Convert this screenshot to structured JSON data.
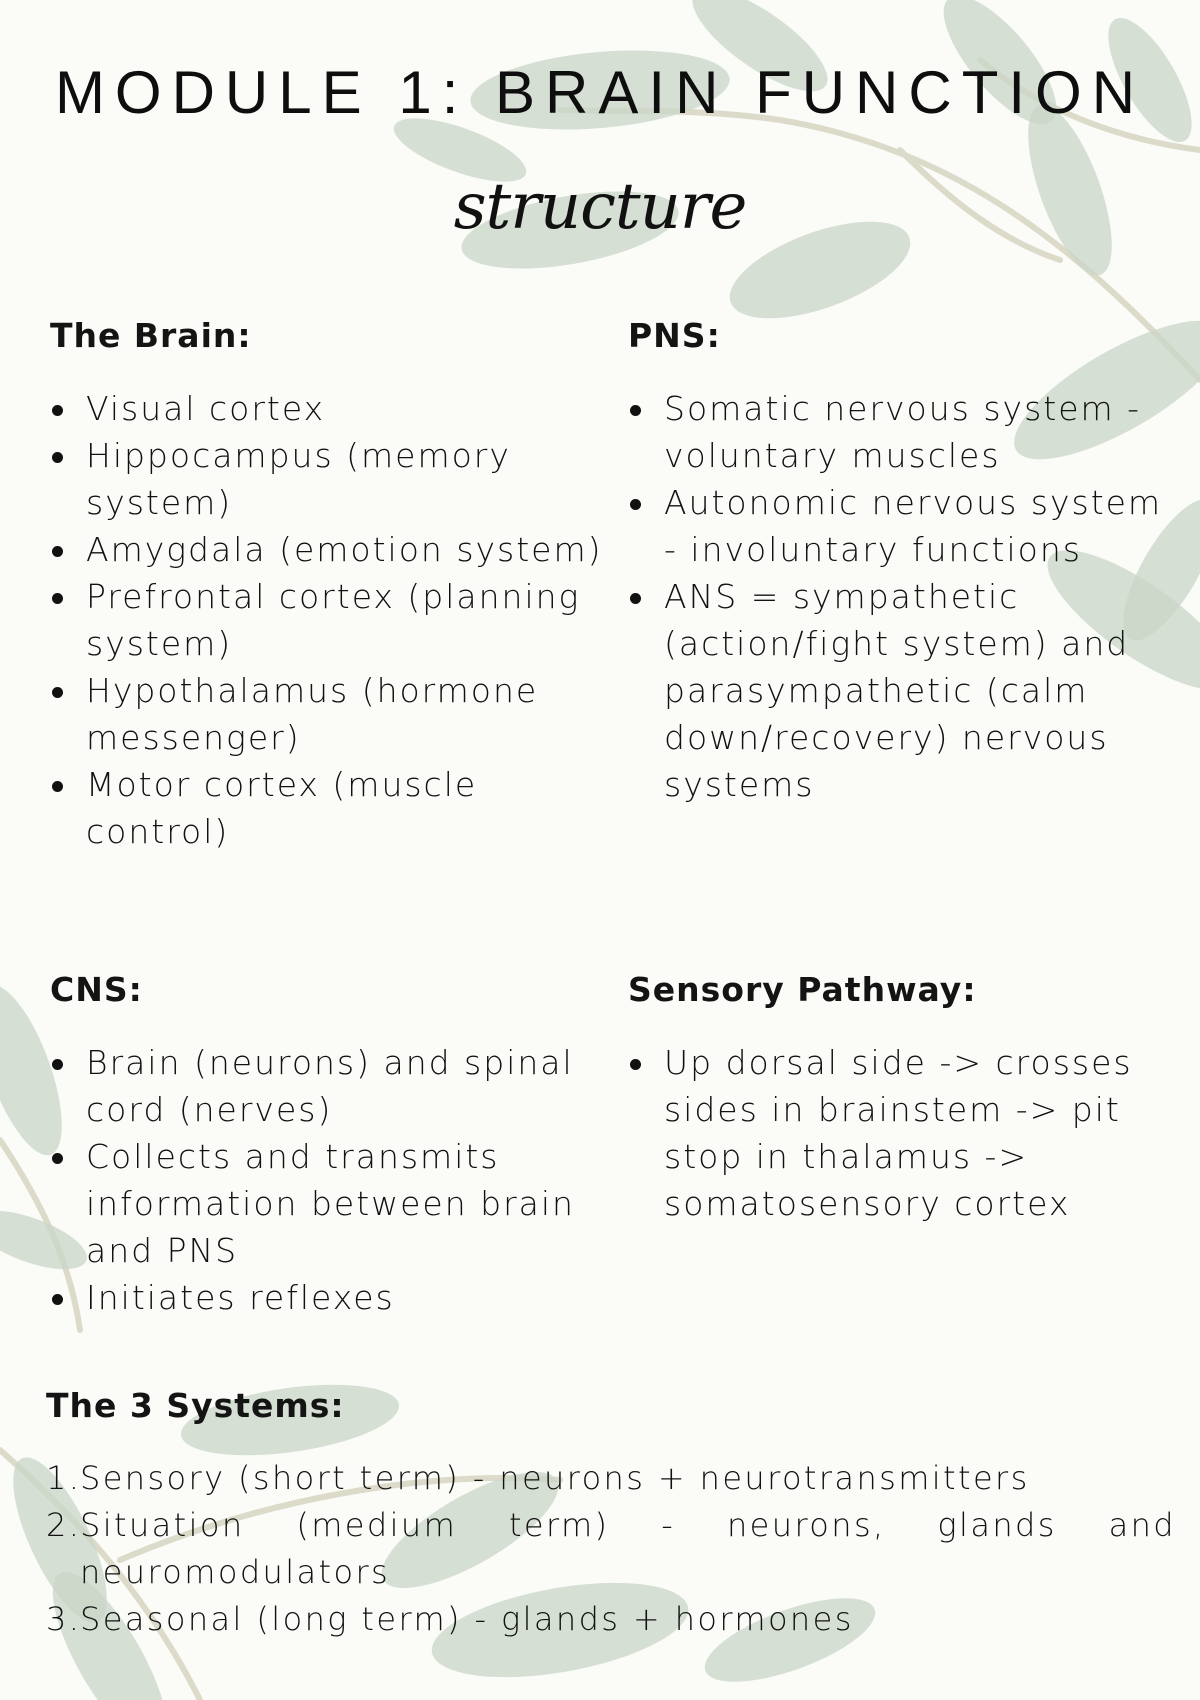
{
  "title": "MODULE 1: BRAIN FUNCTION",
  "subtitle": "structure",
  "sections": {
    "brain": {
      "heading": "The Brain:",
      "items": [
        "Visual cortex",
        "Hippocampus (memory system)",
        "Amygdala (emotion system)",
        "Prefrontal cortex (planning system)",
        "Hypothalamus (hormone messenger)",
        "Motor cortex (muscle control)"
      ]
    },
    "pns": {
      "heading": "PNS:",
      "items": [
        "Somatic nervous system - voluntary muscles",
        "Autonomic nervous system - involuntary functions",
        "ANS = sympathetic (action/fight system) and parasympathetic (calm down/recovery) nervous systems"
      ]
    },
    "cns": {
      "heading": "CNS:",
      "items": [
        "Brain (neurons) and spinal cord (nerves)",
        "Collects and transmits information between brain and PNS",
        "Initiates reflexes"
      ]
    },
    "sensory": {
      "heading": "Sensory Pathway:",
      "items": [
        "Up dorsal side -> crosses sides in brainstem -> pit stop in thalamus -> somatosensory cortex"
      ]
    },
    "systems": {
      "heading": "The 3 Systems:",
      "items": [
        {
          "num": "1.",
          "text": "Sensory (short term) - neurons + neurotransmitters"
        },
        {
          "num": "2.",
          "text": "Situation (medium term) - neurons, glands and neuromodulators"
        },
        {
          "num": "3.",
          "text": "Seasonal (long term) - glands + hormones"
        }
      ]
    }
  },
  "colors": {
    "leaf": "#c9d6c8",
    "stem": "#d9d8c6",
    "text": "#121212"
  }
}
